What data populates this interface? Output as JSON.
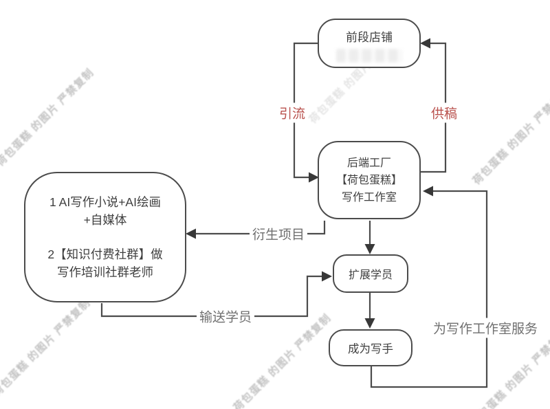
{
  "watermark": {
    "text": "荷包蛋糕 的图片 严禁复制"
  },
  "nodes": {
    "front_store": {
      "label": "前段店铺"
    },
    "backend_factory": {
      "lines": [
        "后端工厂",
        "【荷包蛋糕】",
        "写作工作室"
      ]
    },
    "derived_projects": {
      "lines": [
        "1 AI写作小说+AI绘画",
        "+自媒体",
        "2【知识付费社群】做",
        "写作培训社群老师"
      ]
    },
    "expand_students": {
      "label": "扩展学员"
    },
    "become_writer": {
      "label": "成为写手"
    }
  },
  "edge_labels": {
    "attract_traffic": "引流",
    "supply_manuscripts": "供稿",
    "derived_project": "衍生项目",
    "deliver_students": "输送学员",
    "serve_studio": "为写作工作室服务"
  },
  "colors": {
    "red_label": "#b9514d",
    "gray_label": "#6f6f6f",
    "line": "#4b4b4b",
    "node_border": "#4b4b4b",
    "watermark": "#c3c3c3",
    "background": "#ffffff"
  }
}
